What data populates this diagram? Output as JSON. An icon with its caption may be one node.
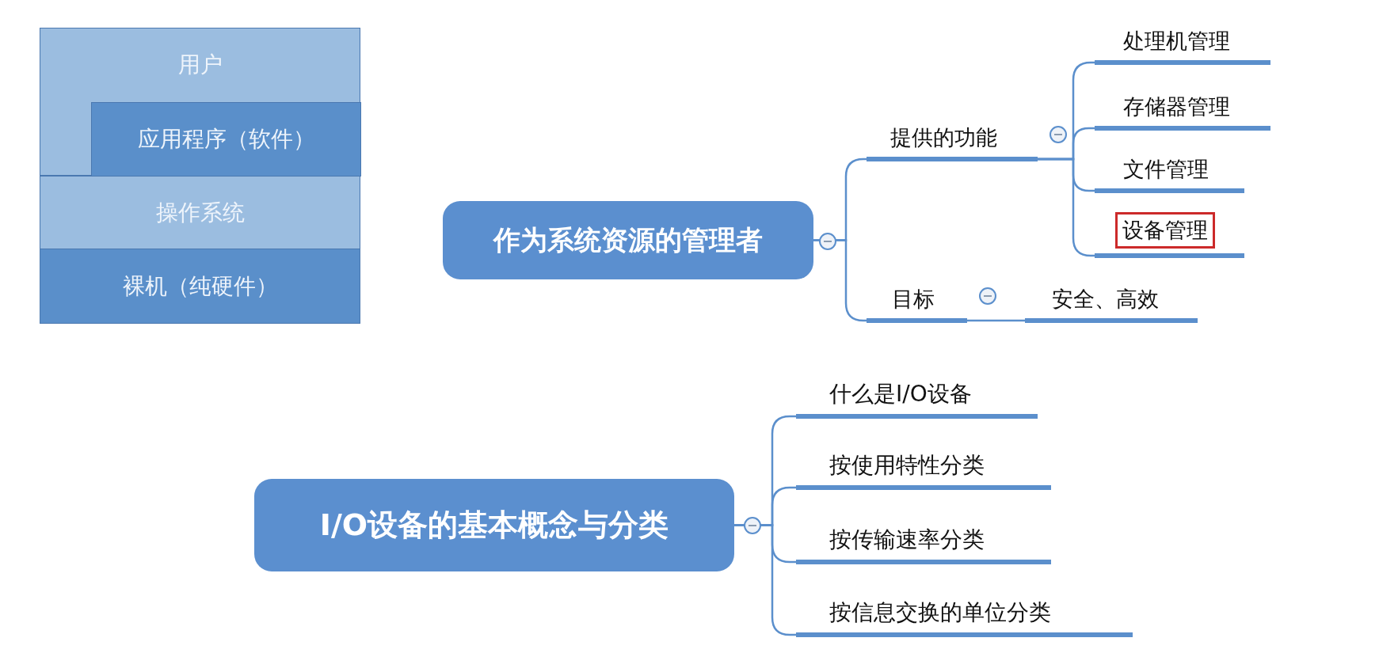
{
  "diagram": {
    "nodes": [
      {
        "text": [
          "用户"
        ]
      },
      {
        "text": [
          "应用程序（软件）"
        ],
        "in": 0
      },
      {
        "text": [
          "操作系统"
        ]
      },
      {
        "text": [
          "裸机（纯硬件）"
        ]
      },
      {
        "text": [
          "作为系统资源的管理者"
        ]
      },
      {
        "text": [
          "提供的功能"
        ]
      },
      {
        "text": [
          "处理机管理"
        ]
      },
      {
        "text": [
          "存储器管理"
        ]
      },
      {
        "text": [
          "文件管理"
        ]
      },
      {
        "text": [
          "设备管理"
        ]
      },
      {
        "text": [
          "目标"
        ]
      },
      {
        "text": [
          "安全、高效"
        ]
      },
      {
        "text": [
          "I/O设备的基本概念与分类"
        ]
      },
      {
        "text": [
          "什么是I/O设备"
        ]
      },
      {
        "text": [
          "按使用特性分类"
        ]
      },
      {
        "text": [
          "按传输速率分类"
        ]
      },
      {
        "text": [
          "按信息交换的单位分类"
        ]
      }
    ],
    "edges": [
      {
        "from": 4,
        "to": 5,
        "arrow": "none"
      },
      {
        "from": 4,
        "to": 10,
        "arrow": "none"
      },
      {
        "from": 5,
        "to": 6,
        "arrow": "none"
      },
      {
        "from": 5,
        "to": 7,
        "arrow": "none"
      },
      {
        "from": 5,
        "to": 8,
        "arrow": "none"
      },
      {
        "from": 5,
        "to": 9,
        "arrow": "none"
      },
      {
        "from": 10,
        "to": 11,
        "arrow": "none"
      },
      {
        "from": 12,
        "to": 13,
        "arrow": "none"
      },
      {
        "from": 12,
        "to": 14,
        "arrow": "none"
      },
      {
        "from": 12,
        "to": 15,
        "arrow": "none"
      },
      {
        "from": 12,
        "to": 16,
        "arrow": "none"
      }
    ]
  }
}
